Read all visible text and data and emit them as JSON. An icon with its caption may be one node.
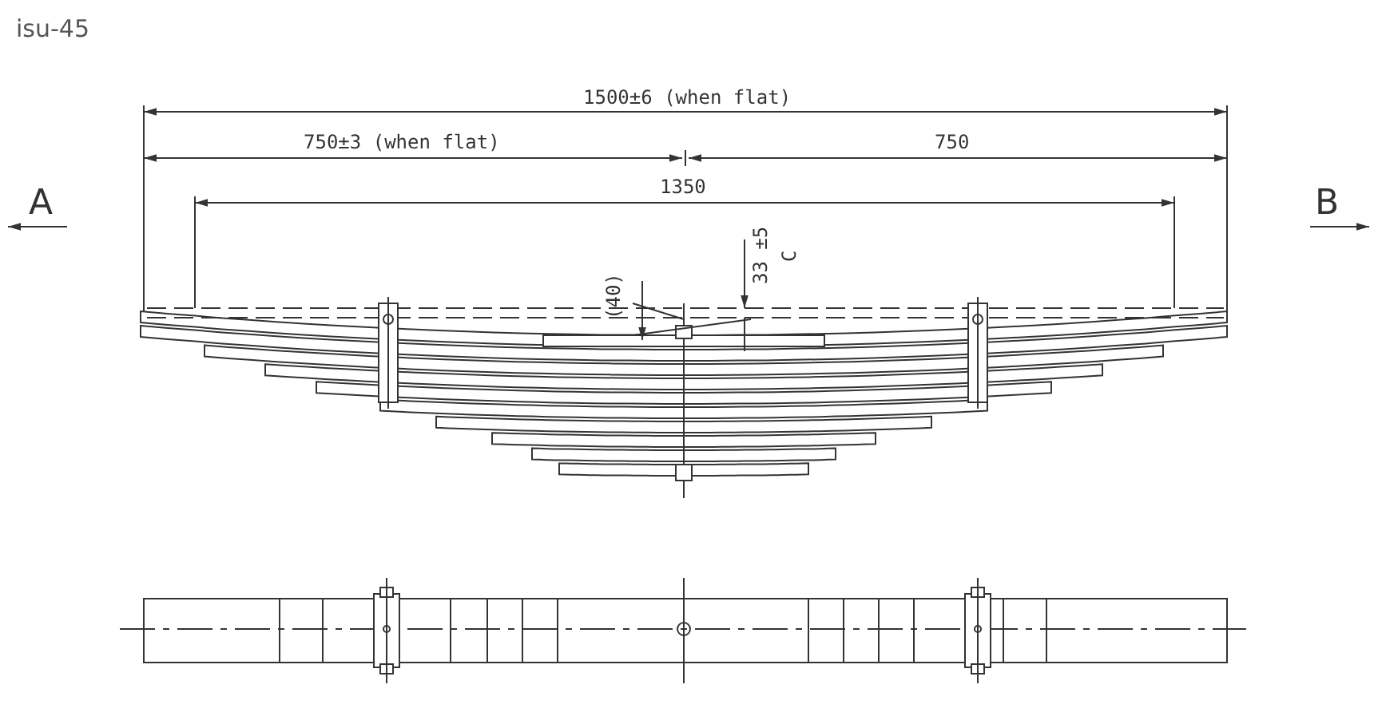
{
  "diagram": {
    "title": "isu-45",
    "labels": [
      "1500±6 (when flat)",
      "750±3 (when flat)",
      "750",
      "A",
      "1350",
      "B",
      "33 ±5",
      "C",
      "(40)"
    ]
  }
}
